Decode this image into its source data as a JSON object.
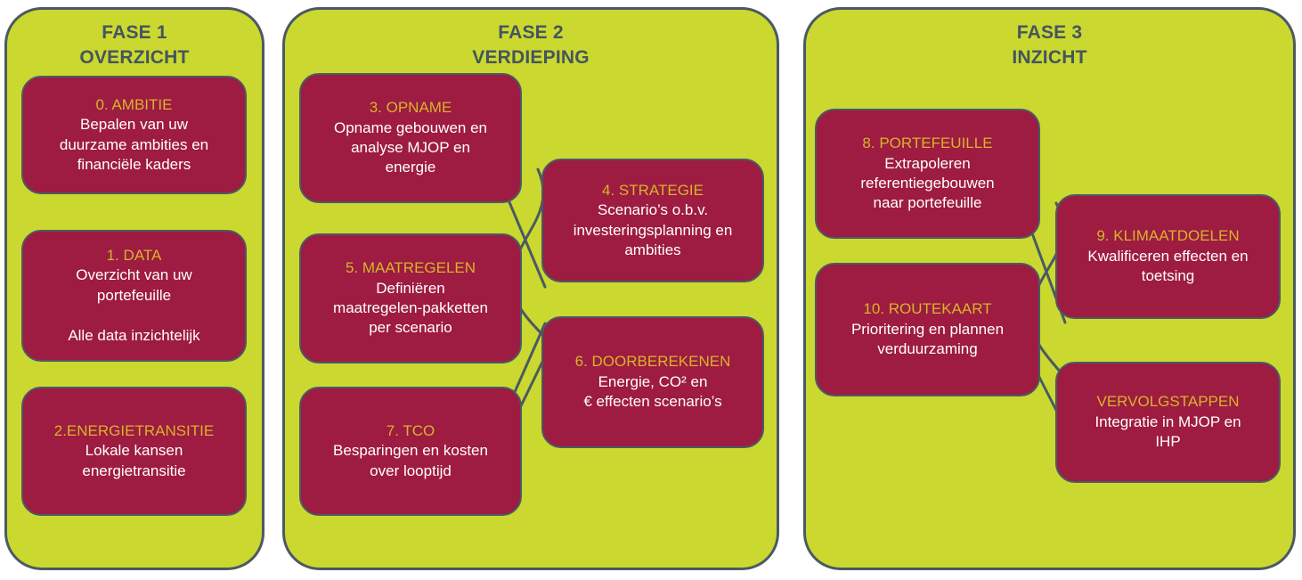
{
  "diagram": {
    "title_color": "#44555E",
    "phase_fill": "#CBD830",
    "card_fill": "#9E1B41",
    "card_heading_color": "#D6B52B",
    "card_body_color": "#FFFFFF",
    "outline_color": "#4A5A63"
  },
  "phases": [
    {
      "id": "fase-1",
      "title": "FASE 1\nOVERZICHT",
      "cards": [
        {
          "id": "card-0-ambitie",
          "heading": "0. AMBITIE",
          "body": "Bepalen van uw\nduurzame ambities en\nfinanciële kaders"
        },
        {
          "id": "card-1-data",
          "heading": "1. DATA",
          "body": "Overzicht van uw\nportefeuille\n\nAlle data inzichtelijk"
        },
        {
          "id": "card-2-energietransitie",
          "heading": "2.ENERGIETRANSITIE",
          "body": "Lokale kansen\nenergietransitie"
        }
      ]
    },
    {
      "id": "fase-2",
      "title": "FASE 2\nVERDIEPING",
      "cards": [
        {
          "id": "card-3-opname",
          "heading": "3. OPNAME",
          "body": "Opname gebouwen en\nanalyse MJOP en\nenergie"
        },
        {
          "id": "card-4-strategie",
          "heading": "4. STRATEGIE",
          "body": "Scenario’s o.b.v.\ninvesteringsplanning en\nambities"
        },
        {
          "id": "card-5-maatregelen",
          "heading": "5. MAATREGELEN",
          "body": "Definiëren\nmaatregelen-pakketten\nper scenario"
        },
        {
          "id": "card-6-doorberekenen",
          "heading": "6. DOORBEREKENEN",
          "body": "Energie, CO² en\n€ effecten scenario’s"
        },
        {
          "id": "card-7-tco",
          "heading": "7. TCO",
          "body": "Besparingen en kosten\nover looptijd"
        }
      ]
    },
    {
      "id": "fase-3",
      "title": "FASE 3\nINZICHT",
      "cards": [
        {
          "id": "card-8-portefeuille",
          "heading": "8. PORTEFEUILLE",
          "body": "Extrapoleren\nreferentiegebouwen\nnaar portefeuille"
        },
        {
          "id": "card-9-klimaatdoelen",
          "heading": "9. KLIMAATDOELEN",
          "body": "Kwalificeren effecten en\ntoetsing"
        },
        {
          "id": "card-10-routekaart",
          "heading": "10. ROUTEKAART",
          "body": "Prioritering en plannen\nverduurzaming"
        },
        {
          "id": "card-vervolgstappen",
          "heading": "VERVOLGSTAPPEN",
          "body": "Integratie in MJOP en\nIHP"
        }
      ]
    }
  ]
}
